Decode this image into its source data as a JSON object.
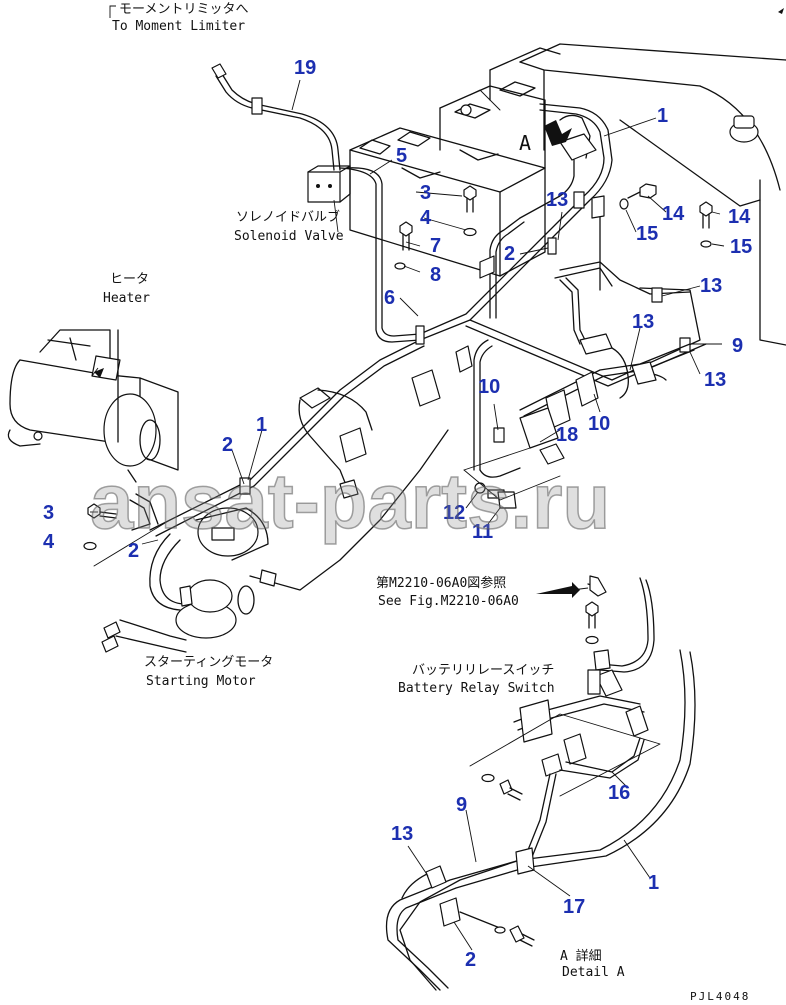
{
  "labels": {
    "moment_jp": "モーメントリミッタへ",
    "moment_en": "To Moment Limiter",
    "solenoid_jp": "ソレノイドバルブ",
    "solenoid_en": "Solenoid Valve",
    "heater_jp": "ヒータ",
    "heater_en": "Heater",
    "see_fig_jp": "第M2210-06A0図参照",
    "see_fig_en": "See Fig.M2210-06A0",
    "relay_jp": "バッテリリレースイッチ",
    "relay_en": "Battery Relay Switch",
    "starter_jp": "スターティングモータ",
    "starter_en": "Starting Motor",
    "detail_jp": "A 詳細",
    "detail_en": "Detail A",
    "view_letter": "A"
  },
  "watermark": "ansat-parts.ru",
  "drawing_code": "PJL4048",
  "callouts": [
    "19",
    "1",
    "5",
    "3",
    "4",
    "7",
    "8",
    "6",
    "13",
    "2",
    "14",
    "15",
    "14",
    "15",
    "13",
    "13",
    "9",
    "13",
    "10",
    "10",
    "18",
    "1",
    "2",
    "3",
    "4",
    "2",
    "12",
    "11",
    "16",
    "9",
    "13",
    "17",
    "1",
    "2"
  ],
  "colors": {
    "callout": "#1c2fb0",
    "ink": "#111111"
  }
}
